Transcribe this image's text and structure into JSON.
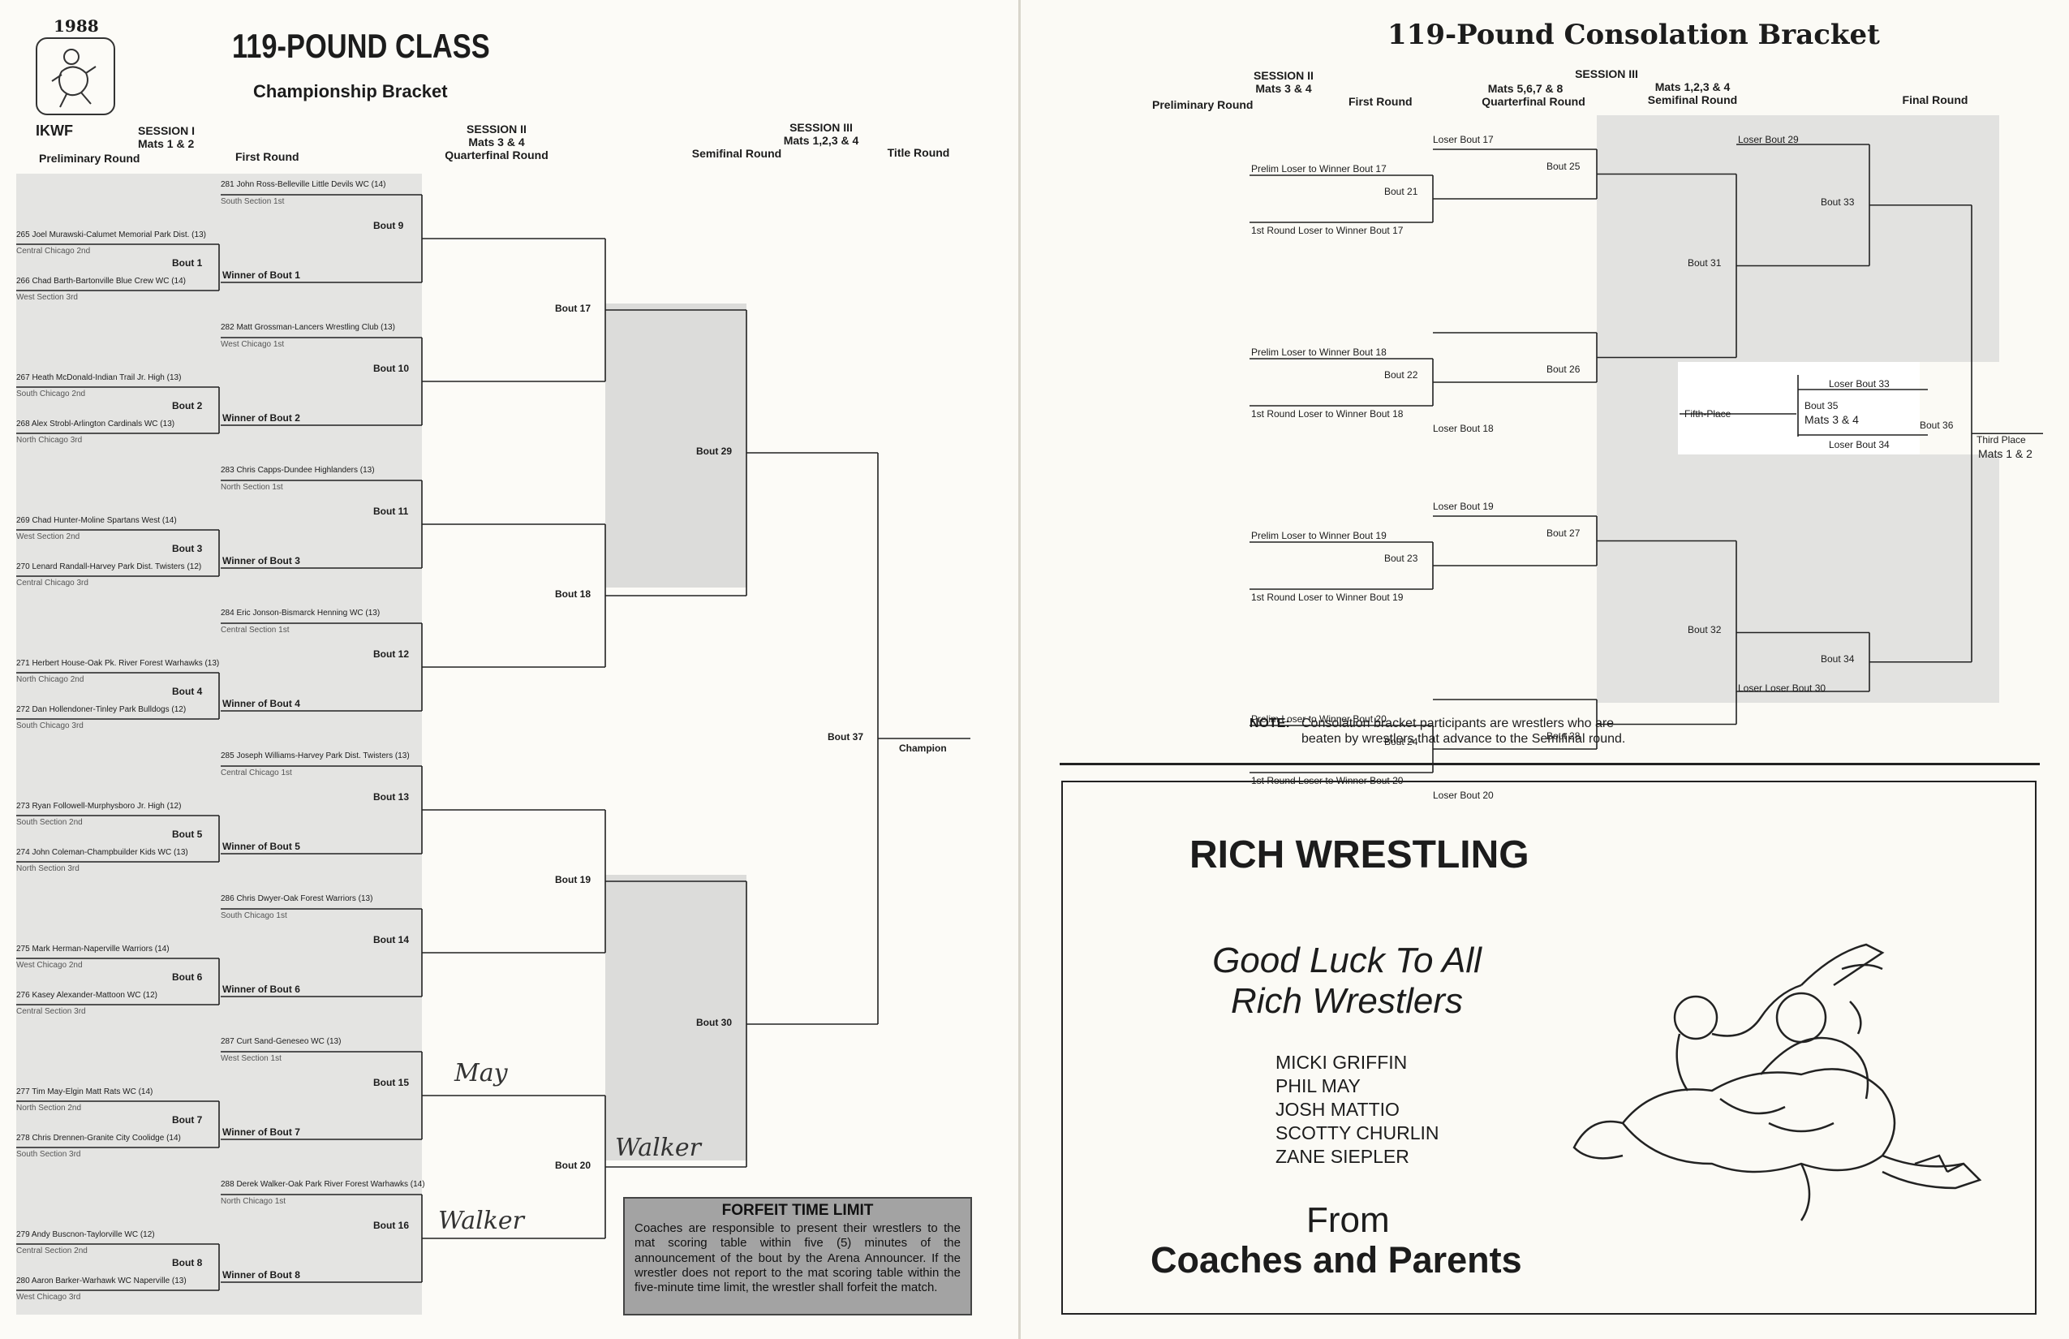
{
  "left": {
    "year": "1988",
    "org": "IKWF",
    "title": "119-POUND CLASS",
    "subtitle": "Championship Bracket",
    "headers": {
      "session1": "SESSION I",
      "session1_mats": "Mats 1 & 2",
      "prelim": "Preliminary Round",
      "first": "First Round",
      "session2": "SESSION II",
      "session2_mats": "Mats 3 & 4",
      "quarter": "Quarterfinal Round",
      "session3": "SESSION III",
      "session3_mats": "Mats 1,2,3 & 4",
      "semi": "Semifinal Round",
      "title_round": "Title Round"
    },
    "groups": [
      {
        "seed_name": "281 John Ross-Belleville Little Devils WC (14)",
        "seed_sec": "South Section 1st",
        "p1_name": "265 Joel Murawski-Calumet Memorial Park Dist. (13)",
        "p1_sec": "Central Chicago 2nd",
        "p2_name": "266 Chad Barth-Bartonville Blue Crew WC (14)",
        "p2_sec": "West Section 3rd",
        "prelim_bout": "Bout 1",
        "winner": "Winner of Bout 1",
        "first_bout": "Bout 9"
      },
      {
        "seed_name": "282 Matt Grossman-Lancers Wrestling Club (13)",
        "seed_sec": "West Chicago 1st",
        "p1_name": "267 Heath McDonald-Indian Trail Jr. High (13)",
        "p1_sec": "South Chicago 2nd",
        "p2_name": "268 Alex Strobl-Arlington Cardinals WC (13)",
        "p2_sec": "North Chicago 3rd",
        "prelim_bout": "Bout 2",
        "winner": "Winner of Bout 2",
        "first_bout": "Bout 10"
      },
      {
        "seed_name": "283 Chris Capps-Dundee Highlanders (13)",
        "seed_sec": "North Section 1st",
        "p1_name": "269 Chad Hunter-Moline Spartans West (14)",
        "p1_sec": "West Section 2nd",
        "p2_name": "270 Lenard Randall-Harvey Park Dist. Twisters (12)",
        "p2_sec": "Central Chicago 3rd",
        "prelim_bout": "Bout 3",
        "winner": "Winner of Bout 3",
        "first_bout": "Bout 11"
      },
      {
        "seed_name": "284 Eric Jonson-Bismarck Henning WC (13)",
        "seed_sec": "Central Section 1st",
        "p1_name": "271 Herbert House-Oak Pk. River Forest Warhawks (13)",
        "p1_sec": "North Chicago 2nd",
        "p2_name": "272 Dan Hollendoner-Tinley Park Bulldogs (12)",
        "p2_sec": "South Chicago 3rd",
        "prelim_bout": "Bout 4",
        "winner": "Winner of Bout 4",
        "first_bout": "Bout 12"
      },
      {
        "seed_name": "285 Joseph Williams-Harvey Park Dist. Twisters (13)",
        "seed_sec": "Central Chicago 1st",
        "p1_name": "273 Ryan Followell-Murphysboro Jr. High (12)",
        "p1_sec": "South Section 2nd",
        "p2_name": "274 John Coleman-Champbuilder Kids WC (13)",
        "p2_sec": "North Section 3rd",
        "prelim_bout": "Bout 5",
        "winner": "Winner of Bout 5",
        "first_bout": "Bout 13"
      },
      {
        "seed_name": "286 Chris Dwyer-Oak Forest Warriors (13)",
        "seed_sec": "South Chicago 1st",
        "p1_name": "275 Mark Herman-Naperville Warriors (14)",
        "p1_sec": "West Chicago 2nd",
        "p2_name": "276 Kasey Alexander-Mattoon WC (12)",
        "p2_sec": "Central Section 3rd",
        "prelim_bout": "Bout 6",
        "winner": "Winner of Bout 6",
        "first_bout": "Bout 14"
      },
      {
        "seed_name": "287 Curt Sand-Geneseo WC (13)",
        "seed_sec": "West Section 1st",
        "p1_name": "277 Tim May-Elgin Matt Rats WC (14)",
        "p1_sec": "North Section 2nd",
        "p2_name": "278 Chris Drennen-Granite City Coolidge (14)",
        "p2_sec": "South Section 3rd",
        "prelim_bout": "Bout 7",
        "winner": "Winner of Bout 7",
        "first_bout": "Bout 15"
      },
      {
        "seed_name": "288 Derek Walker-Oak Park River Forest Warhawks (14)",
        "seed_sec": "North Chicago 1st",
        "p1_name": "279 Andy Buscnon-Taylorville WC (12)",
        "p1_sec": "Central Section 2nd",
        "p2_name": "280 Aaron Barker-Warhawk WC Naperville (13)",
        "p2_sec": "West Chicago 3rd",
        "prelim_bout": "Bout 8",
        "winner": "Winner of Bout 8",
        "first_bout": "Bout 16"
      }
    ],
    "quarter_bouts": [
      "Bout 17",
      "Bout 18",
      "Bout 19",
      "Bout 20"
    ],
    "semi_bouts": [
      "Bout 29",
      "Bout 30"
    ],
    "final_bout": "Bout 37",
    "champion": "Champion",
    "handwriting": [
      "May",
      "Walker",
      "Walker"
    ],
    "forfeit_title": "FORFEIT TIME LIMIT",
    "forfeit_text": "Coaches are responsible to present their wrestlers to the mat scoring table within five (5) minutes of the announcement of the bout by the Arena Announcer. If the wrestler does not report to the mat scoring table within the five-minute time limit, the wrestler shall forfeit the match."
  },
  "right": {
    "title": "119-Pound Consolation Bracket",
    "headers": {
      "s2": "SESSION II",
      "s2_mats": "Mats 3 & 4",
      "prelim": "Preliminary Round",
      "first": "First Round",
      "s3": "SESSION III",
      "qf_mats": "Mats 5,6,7 & 8",
      "qf": "Quarterfinal Round",
      "sf_mats": "Mats 1,2,3 & 4",
      "sf": "Semifinal Round",
      "final": "Final Round"
    },
    "prelims": [
      {
        "top": "Prelim Loser to Winner Bout 17",
        "bout": "Bout 21",
        "bottom": "1st Round Loser to Winner Bout 17"
      },
      {
        "top": "Prelim Loser to Winner Bout 18",
        "bout": "Bout 22",
        "bottom": "1st Round Loser to Winner Bout 18"
      },
      {
        "top": "Prelim Loser to Winner Bout 19",
        "bout": "Bout 23",
        "bottom": "1st Round Loser to Winner Bout 19"
      },
      {
        "top": "Prelim Loser to Winner Bout 20",
        "bout": "Bout 24",
        "bottom": "1st Round Loser to Winner Bout 20"
      }
    ],
    "losers": [
      "Loser Bout 17",
      "Loser Bout 18",
      "Loser Bout 19",
      "Loser Bout 20"
    ],
    "qf_bouts": [
      "Bout 25",
      "Bout 26",
      "Bout 27",
      "Bout 28"
    ],
    "sf_bouts": [
      "Bout 31",
      "Bout 32"
    ],
    "loser_29": "Loser Bout 29",
    "loser_30": "Loser Loser Bout 30",
    "final_bouts": [
      "Bout 33",
      "Bout 34"
    ],
    "fifth_place": "Fifth-Place",
    "loser_33": "Loser Bout 33",
    "loser_34": "Loser Bout 34",
    "bout_35": "Bout 35",
    "bout_35_mats": "Mats 3 & 4",
    "bout_36": "Bout 36",
    "third_place": "Third Place",
    "third_mats": "Mats 1 & 2",
    "note_label": "NOTE:",
    "note_text1": "Consolation bracket participants are wrestlers who are",
    "note_text2": "beaten by wrestlers that advance to the Semifinal round."
  },
  "ad": {
    "heading": "RICH WRESTLING",
    "line1": "Good Luck To All",
    "line2": "Rich Wrestlers",
    "names": [
      "MICKI GRIFFIN",
      "PHIL MAY",
      "JOSH MATTIO",
      "SCOTTY CHURLIN",
      "ZANE SIEPLER"
    ],
    "from": "From",
    "coaches": "Coaches and Parents"
  }
}
